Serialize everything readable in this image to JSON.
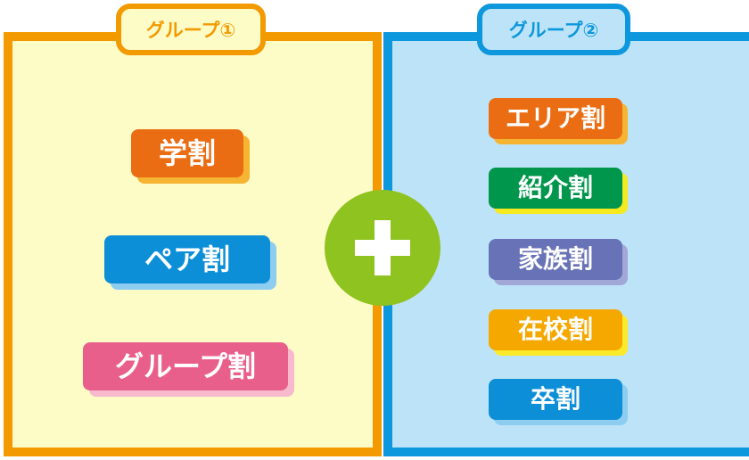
{
  "group1": {
    "title": "グループ①",
    "border_color": "#f29a00",
    "background_color": "#fdfbc6",
    "items": [
      {
        "label": "学割",
        "color": "#eb6d13",
        "shadow": "#f5b431"
      },
      {
        "label": "ペア割",
        "color": "#0d8fd8",
        "shadow": "#8dcdf0"
      },
      {
        "label": "グループ割",
        "color": "#e95f8c",
        "shadow": "#f6b9cd"
      }
    ]
  },
  "group2": {
    "title": "グループ②",
    "border_color": "#0d97dc",
    "background_color": "#bde3f8",
    "items": [
      {
        "label": "エリア割",
        "color": "#eb6d13",
        "shadow": "#f5b431"
      },
      {
        "label": "紹介割",
        "color": "#00964b",
        "shadow": "#f4ea1f"
      },
      {
        "label": "家族割",
        "color": "#6873b7",
        "shadow": "#a1a8d7"
      },
      {
        "label": "在校割",
        "color": "#f5a800",
        "shadow": "#faea2a"
      },
      {
        "label": "卒割",
        "color": "#0d8fd8",
        "shadow": "#8dcdf0"
      }
    ]
  },
  "connector": {
    "icon": "plus-icon",
    "color": "#8fc31f"
  }
}
